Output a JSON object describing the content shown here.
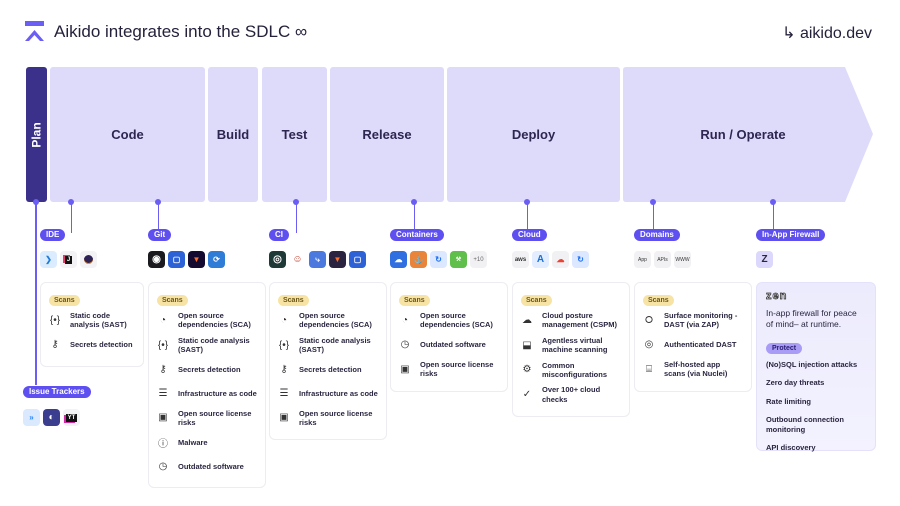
{
  "header": {
    "title": "Aikido integrates into the SDLC ∞",
    "link": "↳ aikido.dev",
    "logo_icon": "aikido-logo-icon"
  },
  "colors": {
    "accent": "#5e4ff0",
    "stage_bg": "#dedbfa",
    "plan_bg": "#3b318a",
    "scan_badge": "#f7e3a3"
  },
  "stages": [
    "Plan",
    "Code",
    "Build",
    "Test",
    "Release",
    "Deploy",
    "Run / Operate"
  ],
  "categories": {
    "ide": {
      "label": "IDE",
      "icons": [
        "vscode-icon",
        "jetbrains-icon",
        "eclipse-icon"
      ]
    },
    "git": {
      "label": "Git",
      "icons": [
        "github-icon",
        "bitbucket-icon",
        "gitlab-icon",
        "azure-devops-icon"
      ]
    },
    "ci": {
      "label": "CI",
      "icons": [
        "circleci-icon",
        "jenkins-icon",
        "azure-pipelines-icon",
        "gitlab-ci-icon",
        "bitbucket-pipelines-icon"
      ]
    },
    "containers": {
      "label": "Containers",
      "icons": [
        "docker-icon",
        "aws-ecr-icon",
        "digitalocean-icon",
        "registry-icon"
      ],
      "more": "+10"
    },
    "cloud": {
      "label": "Cloud",
      "icons": [
        "aws-icon",
        "azure-icon",
        "gcp-icon",
        "digitalocean-icon"
      ]
    },
    "domains": {
      "label": "Domains",
      "icons": [
        "App",
        "APIs",
        "WWW"
      ]
    },
    "firewall": {
      "label": "In-App Firewall",
      "icons": [
        "zen-icon"
      ]
    },
    "issue_trackers": {
      "label": "Issue Trackers",
      "icons": [
        "jira-icon",
        "linear-icon",
        "youtrack-icon"
      ]
    }
  },
  "cards": {
    "ide": {
      "badge": "Scans",
      "items": [
        "Static code analysis (SAST)",
        "Secrets detection"
      ]
    },
    "git": {
      "badge": "Scans",
      "items": [
        "Open source dependencies (SCA)",
        "Static code analysis (SAST)",
        "Secrets detection",
        "Infrastructure as code",
        "Open source license risks",
        "Malware",
        "Outdated software"
      ]
    },
    "ci": {
      "badge": "Scans",
      "items": [
        "Open source dependencies (SCA)",
        "Static code analysis (SAST)",
        "Secrets detection",
        "Infrastructure as code",
        "Open source license risks"
      ]
    },
    "containers": {
      "badge": "Scans",
      "items": [
        "Open source dependencies (SCA)",
        "Outdated software",
        "Open source license risks"
      ]
    },
    "cloud": {
      "badge": "Scans",
      "items": [
        "Cloud posture management (CSPM)",
        "Agentless virtual machine scanning",
        "Common misconfigurations",
        "Over 100+ cloud checks"
      ]
    },
    "domains": {
      "badge": "Scans",
      "items": [
        "Surface monitoring - DAST (via ZAP)",
        "Authenticated DAST",
        "Self-hosted app scans (via Nuclei)"
      ]
    },
    "zen": {
      "logo": "zen",
      "description": "In-app firewall for peace of mind– at runtime.",
      "badge": "Protect",
      "items": [
        "(No)SQL injection attacks",
        "Zero day threats",
        "Rate limiting",
        "Outbound connection monitoring",
        "API discovery"
      ]
    }
  }
}
